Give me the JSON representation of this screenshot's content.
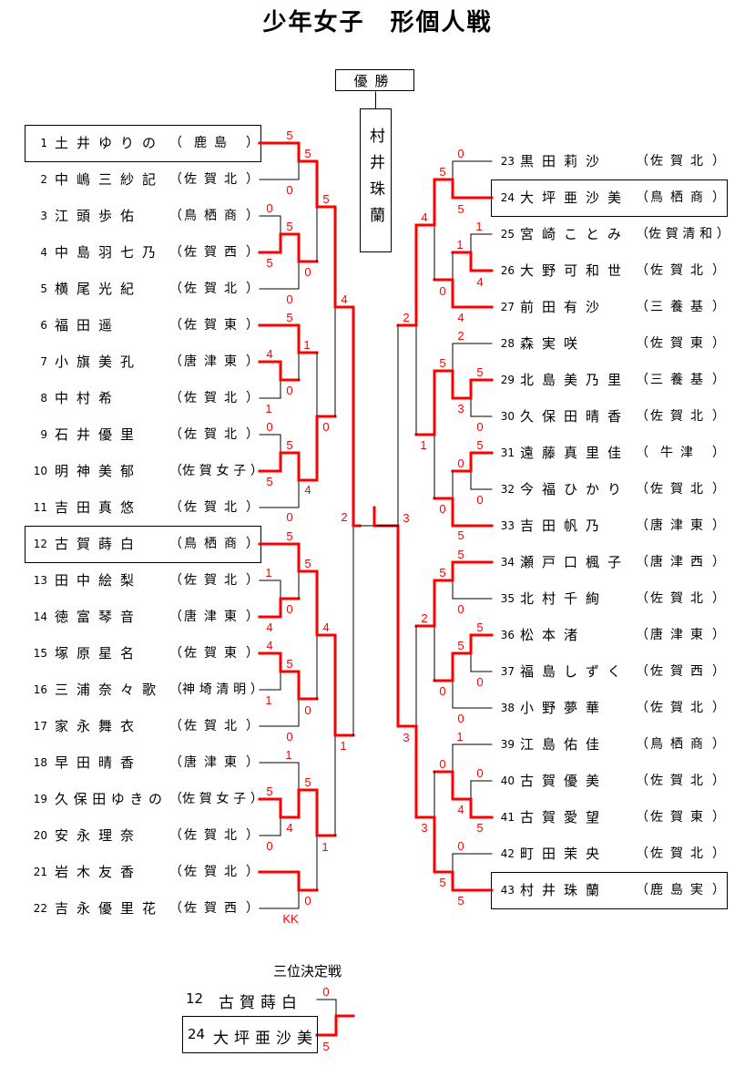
{
  "title": "少年女子　形個人戦",
  "champion": {
    "label": "優勝",
    "name": "村井珠蘭"
  },
  "colors": {
    "winner_line": "#ff0000",
    "score": "#ff0000",
    "line": "#000000"
  },
  "players": [
    {
      "no": "1",
      "name": "土井ゆりの",
      "school": "鹿島"
    },
    {
      "no": "2",
      "name": "中嶋三紗記",
      "school": "佐賀北"
    },
    {
      "no": "3",
      "name": "江頭歩佑",
      "school": "鳥栖商"
    },
    {
      "no": "4",
      "name": "中島羽七乃",
      "school": "佐賀西"
    },
    {
      "no": "5",
      "name": "横尾光紀",
      "school": "佐賀北"
    },
    {
      "no": "6",
      "name": "福田遥",
      "school": "佐賀東"
    },
    {
      "no": "7",
      "name": "小旗美孔",
      "school": "唐津東"
    },
    {
      "no": "8",
      "name": "中村希",
      "school": "佐賀北"
    },
    {
      "no": "9",
      "name": "石井優里",
      "school": "佐賀北"
    },
    {
      "no": "10",
      "name": "明神美郁",
      "school": "佐賀女子"
    },
    {
      "no": "11",
      "name": "吉田真悠",
      "school": "佐賀北"
    },
    {
      "no": "12",
      "name": "古賀蒔白",
      "school": "鳥栖商"
    },
    {
      "no": "13",
      "name": "田中絵梨",
      "school": "佐賀北"
    },
    {
      "no": "14",
      "name": "徳富琴音",
      "school": "唐津東"
    },
    {
      "no": "15",
      "name": "塚原星名",
      "school": "佐賀東"
    },
    {
      "no": "16",
      "name": "三浦奈々歌",
      "school": "神埼清明"
    },
    {
      "no": "17",
      "name": "家永舞衣",
      "school": "佐賀北"
    },
    {
      "no": "18",
      "name": "早田晴香",
      "school": "唐津東"
    },
    {
      "no": "19",
      "name": "久保田ゆきの",
      "school": "佐賀女子"
    },
    {
      "no": "20",
      "name": "安永理奈",
      "school": "佐賀北"
    },
    {
      "no": "21",
      "name": "岩木友香",
      "school": "佐賀北"
    },
    {
      "no": "22",
      "name": "吉永優里花",
      "school": "佐賀西"
    },
    {
      "no": "23",
      "name": "黒田莉沙",
      "school": "佐賀北"
    },
    {
      "no": "24",
      "name": "大坪亜沙美",
      "school": "鳥栖商"
    },
    {
      "no": "25",
      "name": "宮崎ことみ",
      "school": "佐賀清和"
    },
    {
      "no": "26",
      "name": "大野可和世",
      "school": "佐賀北"
    },
    {
      "no": "27",
      "name": "前田有沙",
      "school": "三養基"
    },
    {
      "no": "28",
      "name": "森実咲",
      "school": "佐賀東"
    },
    {
      "no": "29",
      "name": "北島美乃里",
      "school": "三養基"
    },
    {
      "no": "30",
      "name": "久保田晴香",
      "school": "佐賀北"
    },
    {
      "no": "31",
      "name": "遠藤真里佳",
      "school": "牛津"
    },
    {
      "no": "32",
      "name": "今福ひかり",
      "school": "佐賀北"
    },
    {
      "no": "33",
      "name": "吉田帆乃",
      "school": "唐津東"
    },
    {
      "no": "34",
      "name": "瀬戸口楓子",
      "school": "唐津西"
    },
    {
      "no": "35",
      "name": "北村千絢",
      "school": "佐賀北"
    },
    {
      "no": "36",
      "name": "松本渚",
      "school": "唐津東"
    },
    {
      "no": "37",
      "name": "福島しずく",
      "school": "佐賀西"
    },
    {
      "no": "38",
      "name": "小野夢華",
      "school": "佐賀北"
    },
    {
      "no": "39",
      "name": "江島佑佳",
      "school": "鳥栖商"
    },
    {
      "no": "40",
      "name": "古賀優美",
      "school": "佐賀北"
    },
    {
      "no": "41",
      "name": "古賀愛望",
      "school": "佐賀東"
    },
    {
      "no": "42",
      "name": "町田茉央",
      "school": "佐賀北"
    },
    {
      "no": "43",
      "name": "村井珠蘭",
      "school": "鹿島実"
    }
  ],
  "scores": [
    "5",
    "0",
    "5",
    "0",
    "5",
    "5",
    "0",
    "0",
    "5",
    "4",
    "5",
    "1",
    "4",
    "0",
    "1",
    "0",
    "0",
    "5",
    "5",
    "4",
    "0",
    "2",
    "5",
    "5",
    "1",
    "0",
    "4",
    "4",
    "4",
    "5",
    "1",
    "0",
    "0",
    "1",
    "1",
    "5",
    "5",
    "4",
    "0",
    "1",
    "0",
    "KK",
    "0",
    "5",
    "5",
    "4",
    "1",
    "1",
    "4",
    "0",
    "4",
    "2",
    "2",
    "5",
    "5",
    "3",
    "0",
    "1",
    "5",
    "0",
    "0",
    "0",
    "3",
    "5",
    "5",
    "5",
    "0",
    "2",
    "5",
    "5",
    "0",
    "0",
    "0",
    "3",
    "1",
    "0",
    "0",
    "4",
    "5",
    "3",
    "0",
    "5",
    "5"
  ],
  "third_place": {
    "label": "三位決定戦",
    "players": [
      {
        "no": "12",
        "name": "古賀蒔白",
        "score": "0"
      },
      {
        "no": "24",
        "name": "大坪亜沙美",
        "score": "5"
      }
    ]
  }
}
